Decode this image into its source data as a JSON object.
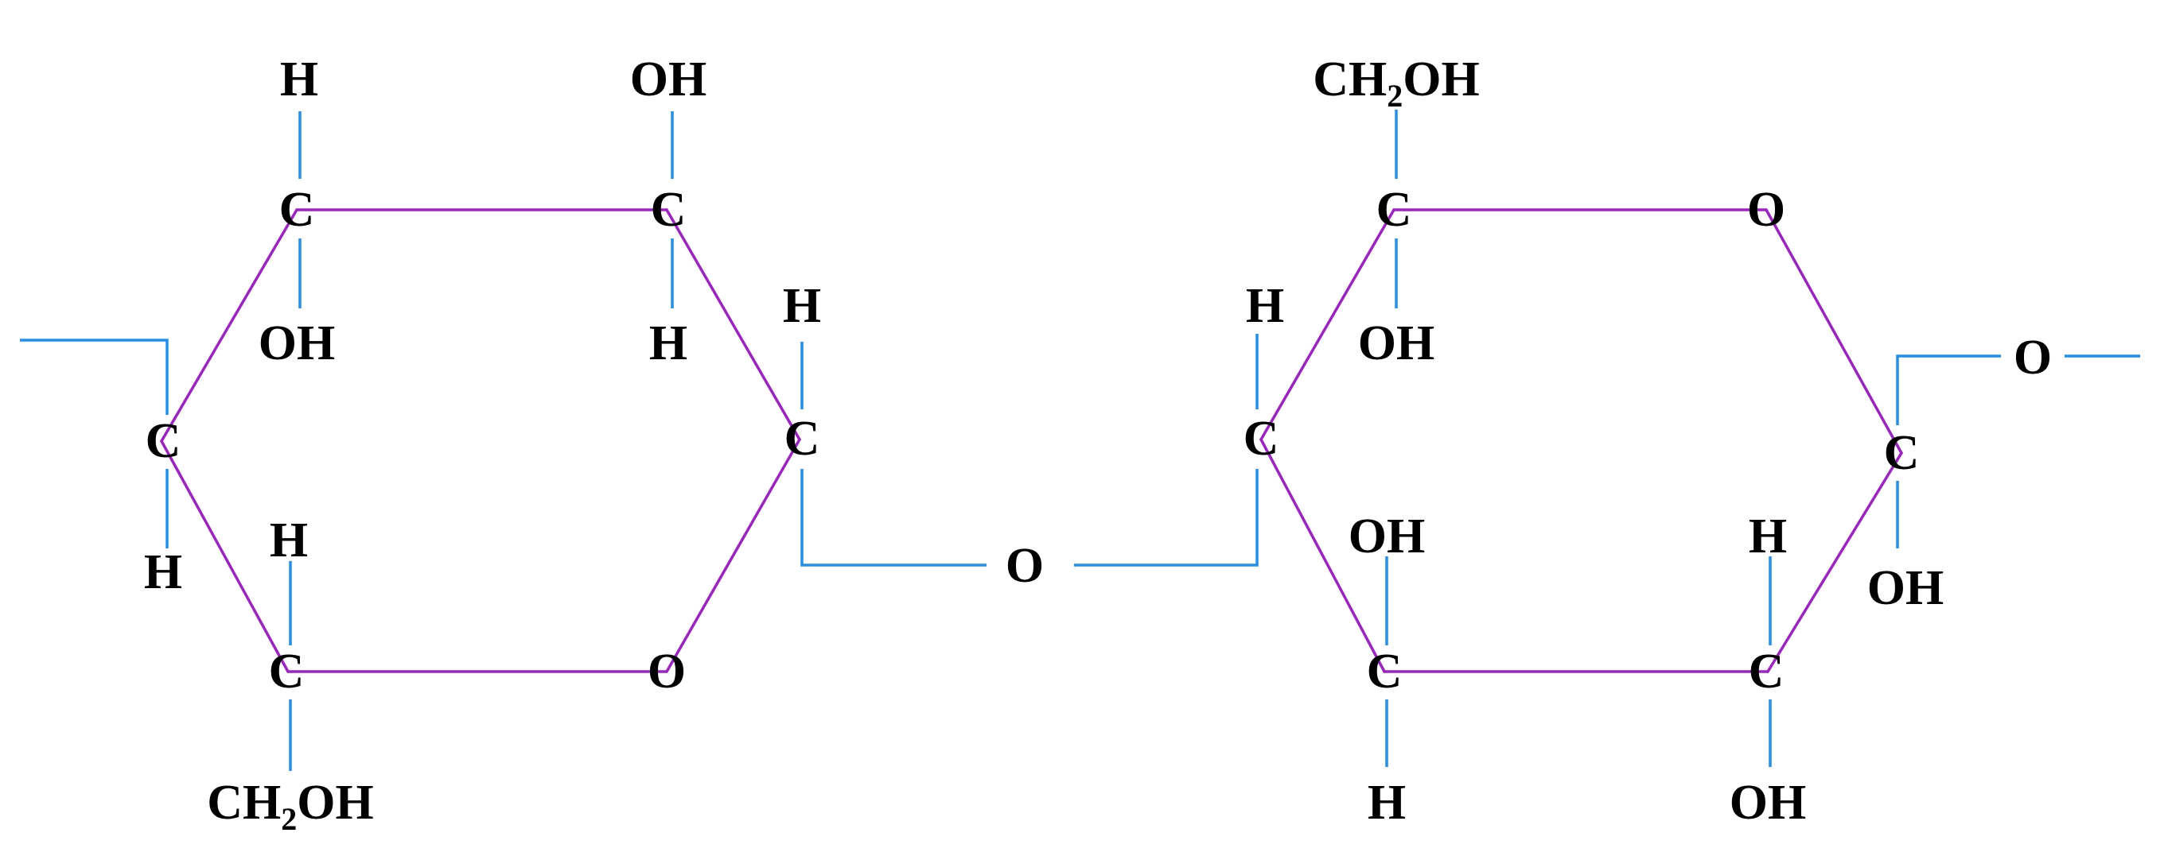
{
  "colors": {
    "background": "#ffffff",
    "ring_bond": "#a020c8",
    "substituent_bond": "#1f8ff0",
    "text": "#000000"
  },
  "left_ring": {
    "c_top_left": "C",
    "c_top_right": "C",
    "c_right": "C",
    "o_bottom_right": "O",
    "c_bottom_left": "C",
    "c_left": "C",
    "h_above_top_left": "H",
    "oh_below_top_left": "OH",
    "oh_above_top_right": "OH",
    "h_below_top_right": "H",
    "h_above_right": "H",
    "h_below_left": "H",
    "h_above_bottom_left": "H",
    "ch2oh_below_bottom_left": {
      "main": "CH",
      "sub": "2",
      "tail": "OH"
    }
  },
  "bridge_oxygen": "O",
  "right_ring": {
    "c_top_left": "C",
    "o_top_right": "O",
    "c_right": "C",
    "c_bottom_right": "C",
    "c_bottom_left": "C",
    "c_left": "C",
    "ch2oh_above_top_left": {
      "main": "CH",
      "sub": "2",
      "tail": "OH"
    },
    "oh_below_top_left": "OH",
    "h_above_left": "H",
    "oh_above_bottom_left": "OH",
    "h_below_bottom_left": "H",
    "h_above_bottom_right": "H",
    "oh_below_bottom_right": "OH",
    "oh_below_right": "OH",
    "o_right_linkage": "O"
  }
}
